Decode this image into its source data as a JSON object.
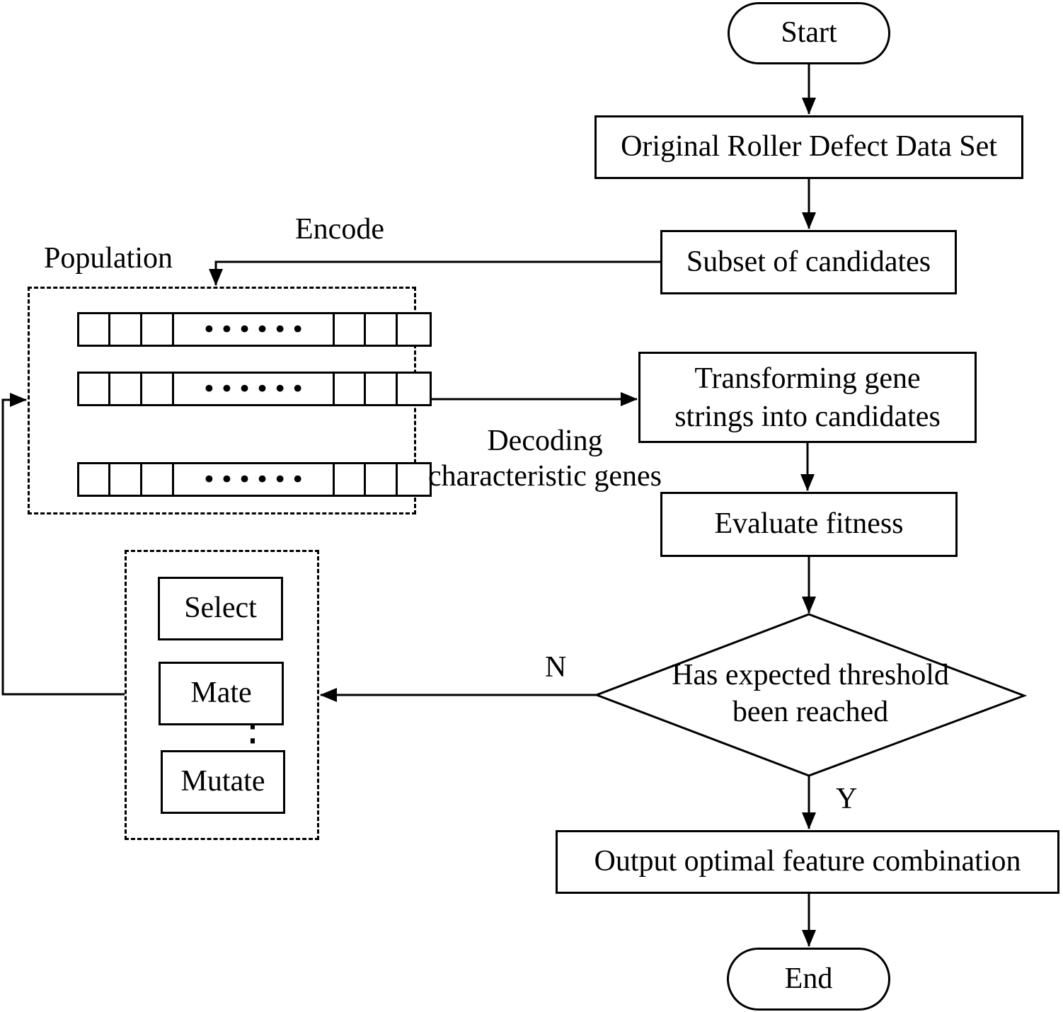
{
  "colors": {
    "stroke": "#000000",
    "background": "#ffffff",
    "text": "#000000"
  },
  "nodes": {
    "start": {
      "label": "Start"
    },
    "dataset": {
      "label": "Original Roller Defect Data Set"
    },
    "subset": {
      "label": "Subset of candidates"
    },
    "transform": {
      "lines": [
        "Transforming gene",
        "strings into candidates"
      ]
    },
    "evaluate": {
      "label": "Evaluate fitness"
    },
    "decision": {
      "lines": [
        "Has expected threshold",
        "been reached"
      ]
    },
    "output": {
      "label": "Output optimal feature combination"
    },
    "end": {
      "label": "End"
    },
    "select": {
      "label": "Select"
    },
    "mate": {
      "label": "Mate"
    },
    "mutate": {
      "label": "Mutate"
    }
  },
  "labels": {
    "population": "Population",
    "encode": "Encode",
    "decoding": {
      "lines": [
        "Decoding",
        "characteristic genes"
      ]
    },
    "branch_no": "N",
    "branch_yes": "Y"
  },
  "population": {
    "row_count": 3,
    "row_dots": "••••••",
    "vertical_ellipsis": "⋮"
  }
}
